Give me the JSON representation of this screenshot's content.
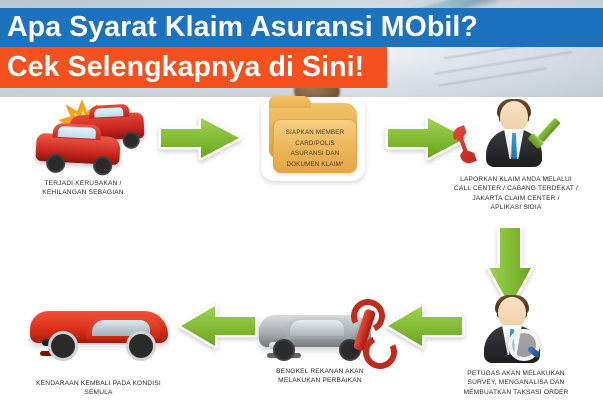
{
  "header": {
    "line1": "Apa Syarat Klaim Asuransi MObil?",
    "line2": "Cek Selengkapnya di Sini!",
    "band1_color": "#1d72bd",
    "band2_color": "#f4511e",
    "text_color": "#ffffff",
    "background_photo_alt": "blurred claim form with pen and coin"
  },
  "flow": {
    "accent_arrow_color": "#7ab828",
    "steps": [
      {
        "id": "step-1",
        "icon": "car-crash-icon",
        "caption": "TERJADI KERUSAKAN /\nKEHILANGAN SEBAGIAN"
      },
      {
        "id": "step-2",
        "icon": "documents-folder-icon",
        "folder_text": "SIAPKAN MEMBER\nCARD/POLIS\nASURANSI DAN\nDOKUMEN KLAIM*",
        "caption": ""
      },
      {
        "id": "step-3",
        "icon": "call-center-agent-icon",
        "caption": "LAPORKAN KLAIM ANDA MELALUI\nCALL CENTER / CABANG TERDEKAT /\nJAKARTA CLAIM CENTER /\nAPLIKASI SIDIA"
      },
      {
        "id": "step-4",
        "icon": "surveyor-magnifier-icon",
        "caption": "PETUGAS AKAN MELAKUKAN\nSURVEY, MENGANALISA DAN\nMEMBUATKAN TAKSASI ORDER"
      },
      {
        "id": "step-5",
        "icon": "car-repair-wrench-icon",
        "caption": "BENGKEL REKANAN AKAN\nMELAKUKAN PERBAIKAN"
      },
      {
        "id": "step-6",
        "icon": "repaired-sports-car-icon",
        "caption": "KENDARAAN KEMBALI PADA KONDISI\nSEMULA"
      }
    ],
    "arrows": [
      {
        "id": "arrow-1",
        "direction": "right",
        "name": "arrow-right-icon"
      },
      {
        "id": "arrow-2",
        "direction": "right",
        "name": "arrow-right-icon"
      },
      {
        "id": "arrow-3",
        "direction": "down",
        "name": "arrow-down-icon"
      },
      {
        "id": "arrow-4",
        "direction": "left",
        "name": "arrow-left-icon"
      },
      {
        "id": "arrow-5",
        "direction": "left",
        "name": "arrow-left-icon"
      }
    ]
  }
}
